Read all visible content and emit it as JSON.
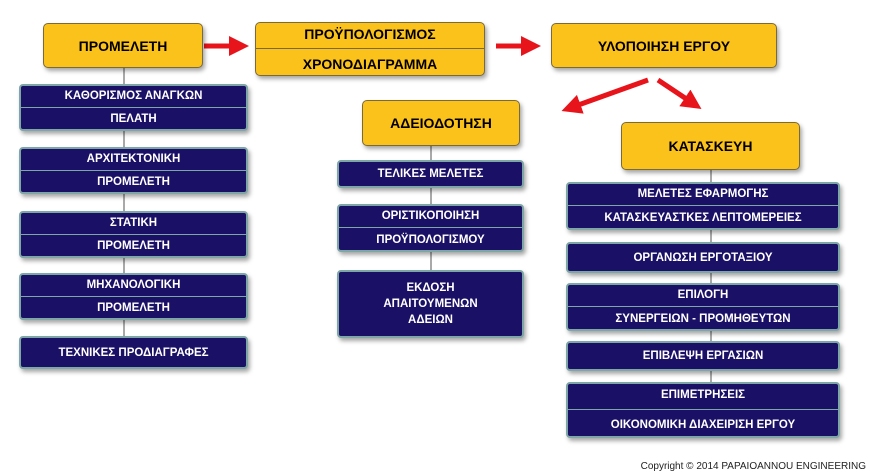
{
  "phases": {
    "prostudy": "ΠΡΟΜΕΛΕΤΗ",
    "budget_line1": "ΠΡΟΫΠΟΛΟΓΙΣΜΟΣ",
    "budget_line2": "ΧΡΟΝΟΔΙΑΓΡΑΜΜΑ",
    "implementation": "ΥΛΟΠΟΙΗΣΗ ΕΡΓΟΥ",
    "permits": "ΑΔΕΙΟΔΟΤΗΣΗ",
    "construction": "ΚΑΤΑΣΚΕΥΗ"
  },
  "prostudy_items": [
    {
      "line1": "ΚΑΘΟΡΙΣΜΟΣ ΑΝΑΓΚΩΝ",
      "line2": "ΠΕΛΑΤΗ"
    },
    {
      "line1": "ΑΡΧΙΤΕΚΤΟΝΙΚΗ",
      "line2": "ΠΡΟΜΕΛΕΤΗ"
    },
    {
      "line1": "ΣΤΑΤΙΚΗ",
      "line2": "ΠΡΟΜΕΛΕΤΗ"
    },
    {
      "line1": "ΜΗΧΑΝΟΛΟΓΙΚΗ",
      "line2": "ΠΡΟΜΕΛΕΤΗ"
    },
    {
      "line1": "ΤΕΧΝΙΚΕΣ ΠΡΟΔΙΑΓΡΑΦΕΣ"
    }
  ],
  "permit_items": [
    {
      "line1": "ΤΕΛΙΚΕΣ ΜΕΛΕΤΕΣ"
    },
    {
      "line1": "ΟΡΙΣΤΙΚΟΠΟΙΗΣΗ",
      "line2": "ΠΡΟΫΠΟΛΟΓΙΣΜΟΥ"
    },
    {
      "line1": "ΕΚΔΟΣΗ",
      "line2": "ΑΠΑΙΤΟΥΜΕΝΩΝ",
      "line3": "ΑΔΕΙΩΝ"
    }
  ],
  "construction_items": [
    {
      "line1": "ΜΕΛΕΤΕΣ ΕΦΑΡΜΟΓΗΣ",
      "line2": "ΚΑΤΑΣΚΕΥΑΣΤΚΕΣ ΛΕΠΤΟΜΕΡΕΙΕΣ"
    },
    {
      "line1": "ΟΡΓΑΝΩΣΗ ΕΡΓΟΤΑΞΙΟΥ"
    },
    {
      "line1": "ΕΠΙΛΟΓΗ",
      "line2": "ΣΥΝΕΡΓΕΙΩΝ - ΠΡΟΜΗΘΕΥΤΩΝ"
    },
    {
      "line1": "ΕΠΙΒΛΕΨΗ ΕΡΓΑΣΙΩΝ"
    },
    {
      "line1": "ΕΠΙΜΕΤΡΗΣΕΙΣ",
      "line2": "ΟΙΚΟΝΟΜΙΚΗ ΔΙΑΧΕΙΡΙΣΗ ΕΡΓΟΥ"
    }
  ],
  "copyright": "Copyright © 2014 PAPAIOANNOU ENGINEERING",
  "colors": {
    "phase": "#fcc21c",
    "task": "#1a1066",
    "arrow": "#e8141b"
  }
}
